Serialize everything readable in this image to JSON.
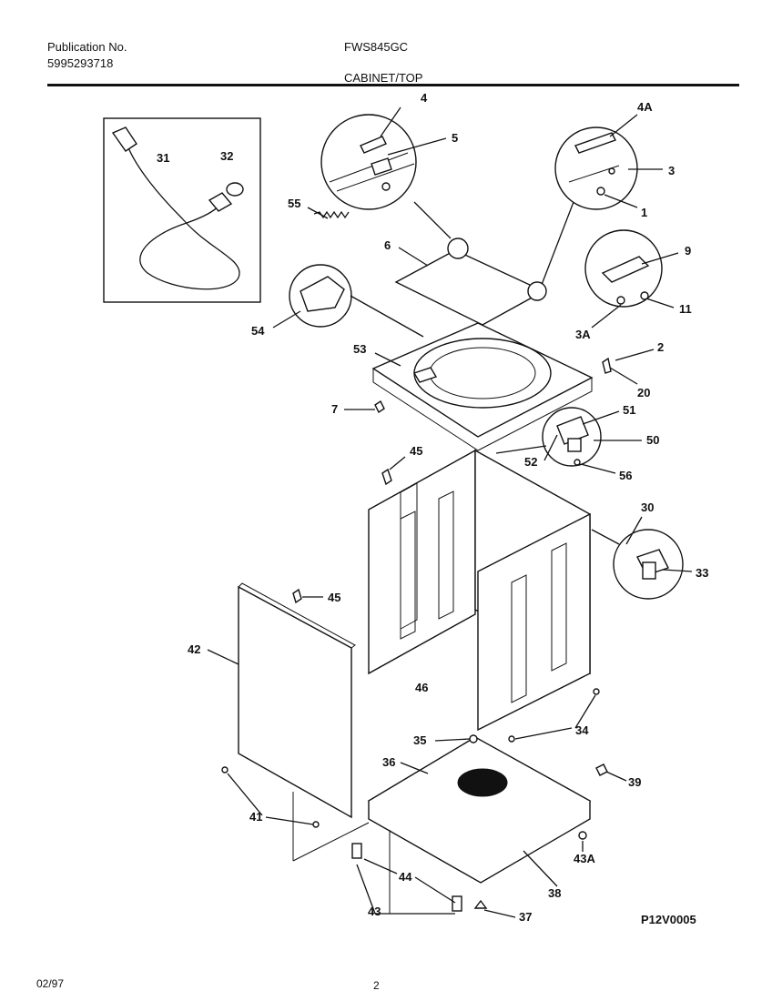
{
  "header": {
    "pub_label": "Publication No.",
    "pub_number": "5995293718",
    "model": "FWS845GC",
    "section": "CABINET/TOP"
  },
  "footer": {
    "date": "02/97",
    "page": "2"
  },
  "diagram_code": "P12V0005",
  "callouts": [
    "4",
    "5",
    "4A",
    "3",
    "1",
    "31",
    "32",
    "55",
    "6",
    "9",
    "11",
    "3A",
    "54",
    "53",
    "2",
    "20",
    "7",
    "51",
    "50",
    "52",
    "56",
    "45",
    "30",
    "33",
    "45",
    "42",
    "46",
    "34",
    "35",
    "36",
    "39",
    "41",
    "43A",
    "38",
    "44",
    "43",
    "37"
  ]
}
